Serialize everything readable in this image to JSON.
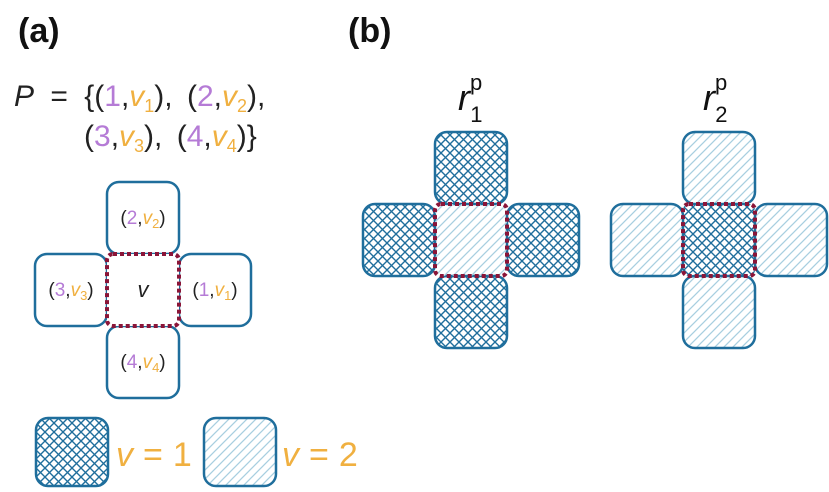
{
  "colors": {
    "purple": "#b57bd6",
    "orange": "#f0b040",
    "tile_border": "#1f6e9c",
    "center_border": "#8a1538",
    "dark_fill": "#1f6e9c",
    "light_fill": "#a8cfe0",
    "text": "#222222"
  },
  "panel_a": {
    "label": "(a)",
    "formula": {
      "lhs": "P",
      "eq": "=",
      "open": "{(",
      "pairs": [
        {
          "index": "1",
          "value": "v",
          "sub": "1"
        },
        {
          "index": "2",
          "value": "v",
          "sub": "2"
        },
        {
          "index": "3",
          "value": "v",
          "sub": "3"
        },
        {
          "index": "4",
          "value": "v",
          "sub": "4"
        }
      ],
      "close": "}"
    },
    "grid": {
      "center": "v",
      "top": {
        "index": "2",
        "value": "v",
        "sub": "2"
      },
      "right": {
        "index": "1",
        "value": "v",
        "sub": "1"
      },
      "left": {
        "index": "3",
        "value": "v",
        "sub": "3"
      },
      "bottom": {
        "index": "4",
        "value": "v",
        "sub": "4"
      }
    },
    "legend": [
      {
        "pattern": "crosshatch",
        "var": "v",
        "eq": "=",
        "num": "1"
      },
      {
        "pattern": "diagonal",
        "var": "v",
        "eq": "=",
        "num": "2"
      }
    ]
  },
  "panel_b": {
    "label": "(b)",
    "rules": [
      {
        "name": "r",
        "sup": "p",
        "sub": "1",
        "center_pattern": "diagonal",
        "neighbor_pattern": "crosshatch"
      },
      {
        "name": "r",
        "sup": "p",
        "sub": "2",
        "center_pattern": "crosshatch",
        "neighbor_pattern": "diagonal"
      }
    ]
  }
}
